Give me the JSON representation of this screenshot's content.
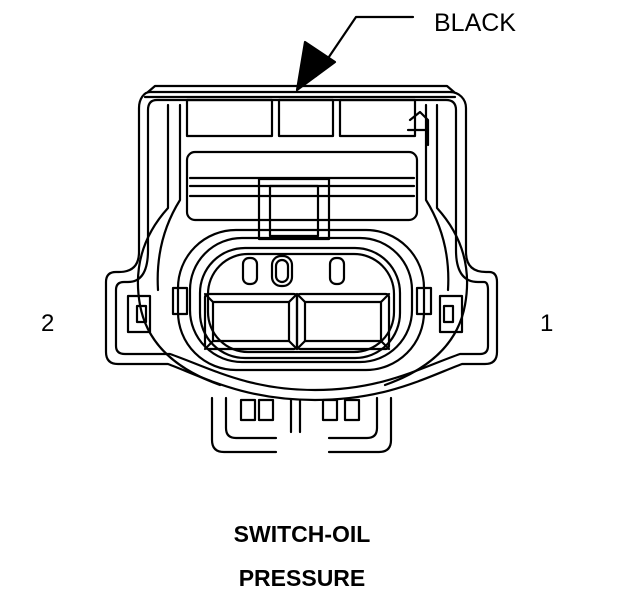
{
  "wire_color_label": "BLACK",
  "pin_labels": {
    "left": "2",
    "right": "1"
  },
  "title": {
    "line1": "SWITCH-OIL",
    "line2": "PRESSURE"
  },
  "stroke_color": "#000000",
  "background_color": "#ffffff"
}
